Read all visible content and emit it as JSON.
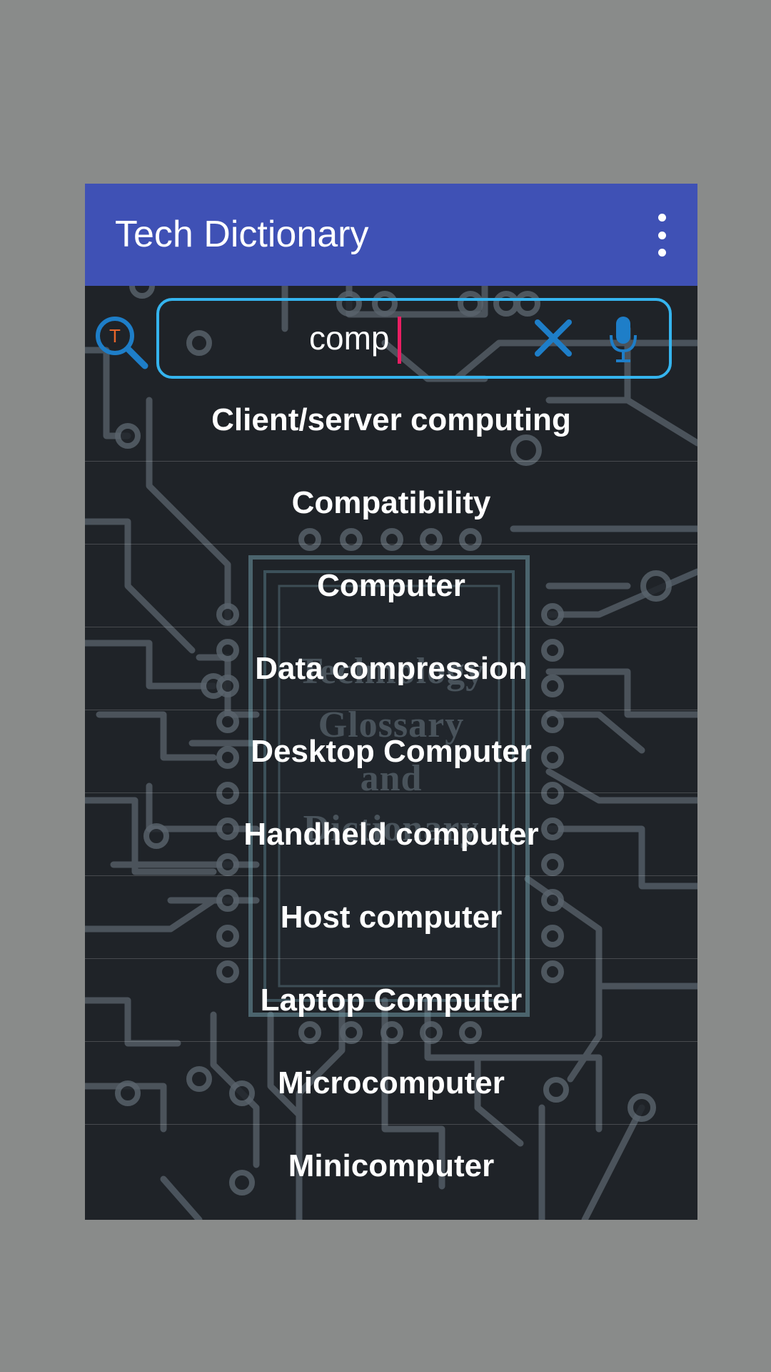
{
  "app": {
    "title": "Tech Dictionary",
    "colors": {
      "toolbar": "#3f51b5",
      "search_border": "#35b4ee",
      "icon": "#1e7ec8",
      "cursor": "#e91e63",
      "logo_letter": "#e8652a"
    }
  },
  "logo": {
    "letter": "T",
    "icon": "search-magnifier-logo-icon"
  },
  "search": {
    "value": "comp",
    "clear_icon": "close-icon",
    "voice_icon": "microphone-icon"
  },
  "watermark": {
    "lines": [
      "Technology",
      "Glossary",
      "and",
      "Dictionary"
    ]
  },
  "results": [
    "Client/server computing",
    "Compatibility",
    "Computer",
    "Data compression",
    "Desktop Computer",
    "Handheld computer",
    "Host computer",
    "Laptop Computer",
    "Microcomputer",
    "Minicomputer"
  ]
}
